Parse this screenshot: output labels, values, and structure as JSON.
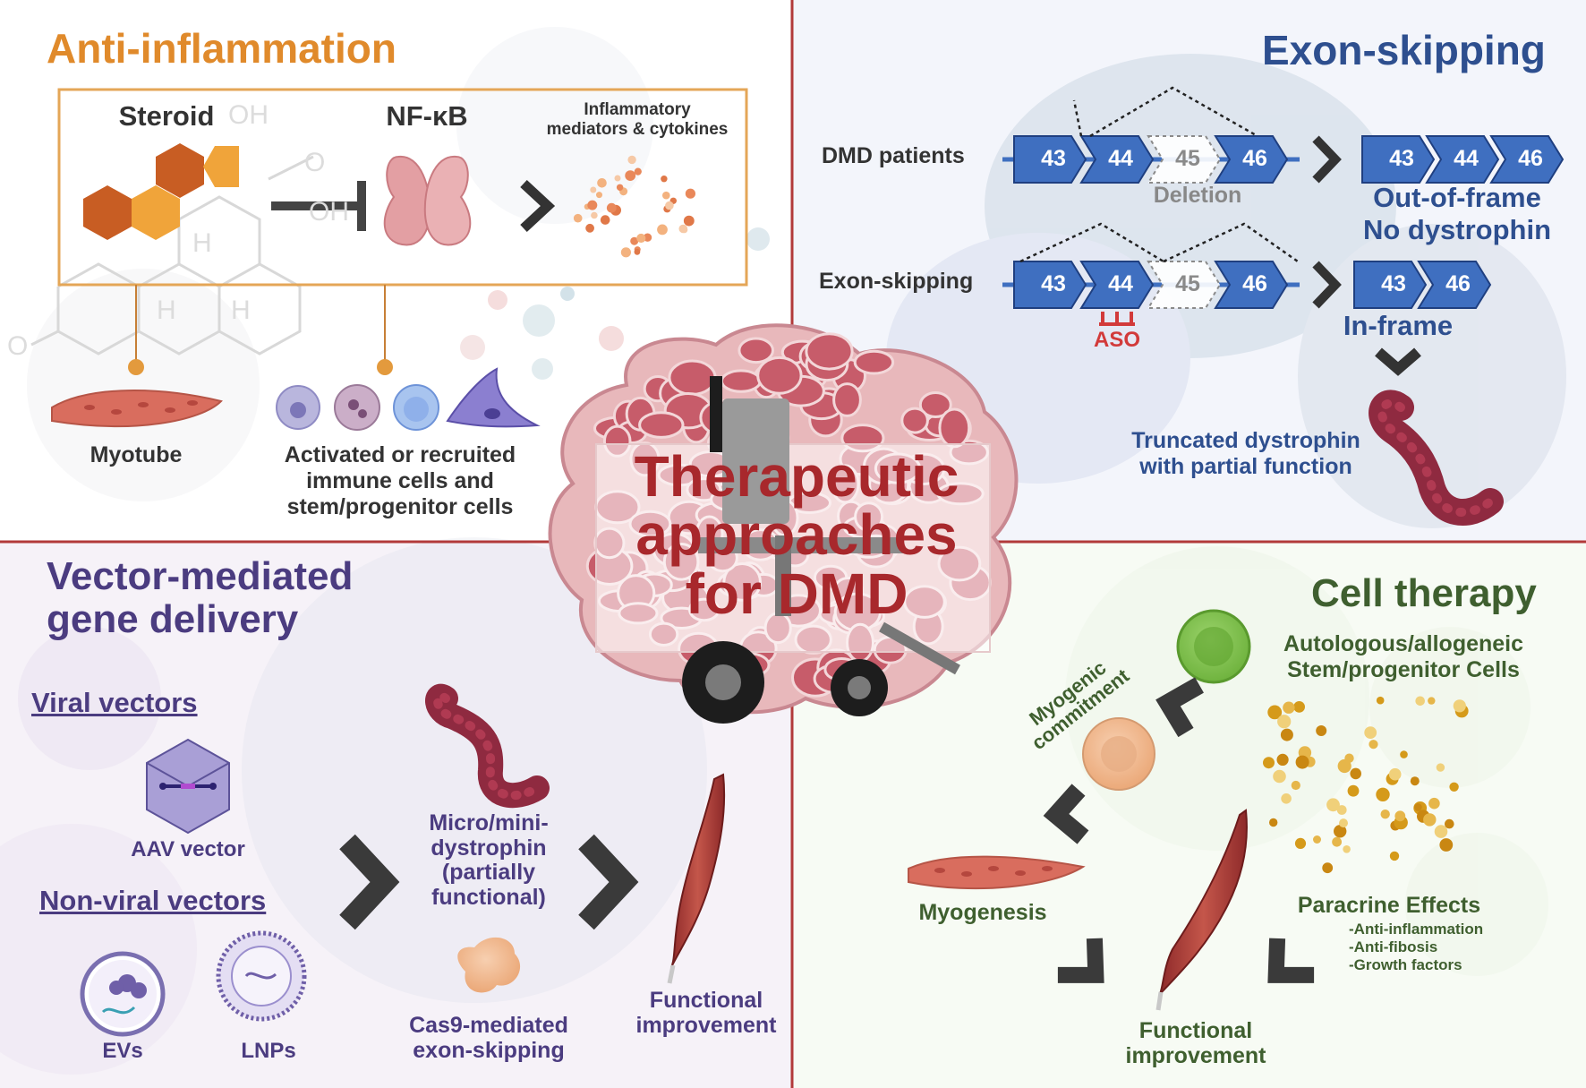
{
  "panels": {
    "anti_inflammation": {
      "title": "Anti-inflammation",
      "steroid_label": "Steroid",
      "nfkb_label": "NF-κB",
      "mediators_label": "Inflammatory\nmediators & cytokines",
      "myotube_label": "Myotube",
      "immune_label": "Activated or recruited\nimmune cells and\nstem/progenitor cells",
      "faint_chem_glyphs": [
        "OH",
        "O",
        "H",
        "H",
        "H",
        "O",
        "OH"
      ]
    },
    "exon_skipping": {
      "title": "Exon-skipping",
      "rows": [
        {
          "label": "DMD patients",
          "exons": [
            "43",
            "44",
            "45",
            "46"
          ],
          "missing_exon": "45",
          "missing_label": "Deletion",
          "result_exons": [
            "43",
            "44",
            "46"
          ],
          "result_label": "Out-of-frame\nNo dystrophin"
        },
        {
          "label": "Exon-skipping",
          "exons": [
            "43",
            "44",
            "45",
            "46"
          ],
          "skipped_exon": "45",
          "agent_label": "ASO",
          "result_exons": [
            "43",
            "46"
          ],
          "result_label": "In-frame"
        }
      ],
      "protein_label": "Truncated dystrophin\nwith partial function"
    },
    "vector_delivery": {
      "title": "Vector-mediated\ngene delivery",
      "viral_heading": "Viral vectors",
      "aav_label": "AAV vector",
      "nonviral_heading": "Non-viral vectors",
      "ev_label": "EVs",
      "lnp_label": "LNPs",
      "microdystrophin_label": "Micro/mini-\ndystrophin\n(partially\nfunctional)",
      "cas9_label": "Cas9-mediated\nexon-skipping",
      "outcome_label": "Functional\nimprovement"
    },
    "cell_therapy": {
      "title": "Cell therapy",
      "cells_label": "Autologous/allogeneic\nStem/progenitor Cells",
      "commitment_label": "Myogenic\ncommitment",
      "myogenesis_label": "Myogenesis",
      "paracrine_title": "Paracrine Effects",
      "paracrine_items": [
        "-Anti-inflammation",
        "-Anti-fibosis",
        "-Growth factors"
      ],
      "outcome_label": "Functional\nimprovement"
    }
  },
  "center": {
    "title": "Therapeutic\napproaches\nfor DMD"
  },
  "colors": {
    "anti_inflammation": "#e08a2b",
    "exon_skipping": "#2e4f8f",
    "vector_delivery": "#4b3c80",
    "cell_therapy": "#3f5f2f",
    "center_title": "#a8282c",
    "exon_box": "#3f6fc0",
    "aso": "#d23a3a",
    "divider": "#b23a3a"
  }
}
